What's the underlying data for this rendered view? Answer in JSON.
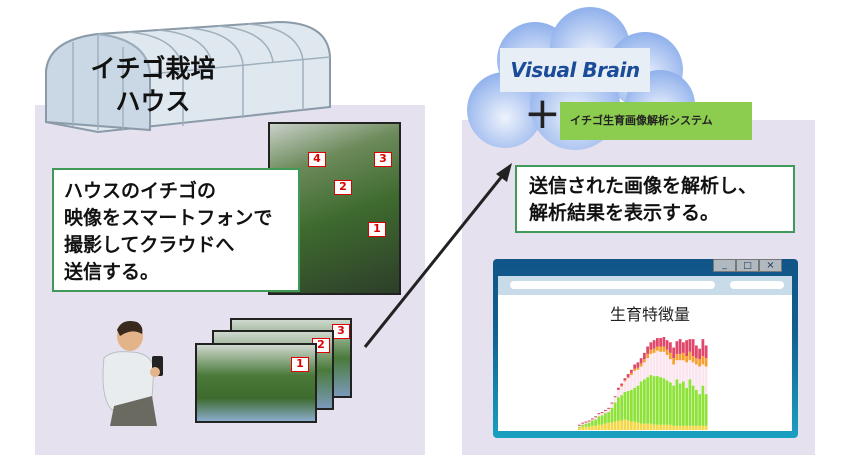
{
  "left": {
    "house_title": "イチゴ栽培\nハウス",
    "description": "ハウスのイチゴの\n映像をスマートフォンで\n撮影してクラウドへ\n送信する。",
    "photo_markers": [
      "4",
      "3",
      "2",
      "1"
    ],
    "stack_markers": [
      "3",
      "2",
      "1"
    ]
  },
  "right": {
    "logo": "Visual Brain",
    "plus": "+",
    "system_label": "イチゴ生育画像解析システム",
    "description": "送信された画像を解析し、\n解析結果を表示する。",
    "window": {
      "title_buttons": [
        "_",
        "□",
        "×"
      ]
    }
  },
  "chart_data": {
    "type": "bar",
    "title": "生育特徴量",
    "stacked": true,
    "colors": {
      "yellow": "#f5d84a",
      "green": "#8ee23a",
      "pink": "#fbe6ef",
      "orange": "#f5a030",
      "red": "#e0476a"
    },
    "series": [
      {
        "name": "yellow",
        "values": [
          2,
          3,
          3,
          3,
          4,
          4,
          5,
          5,
          6,
          7,
          7,
          8,
          9,
          9,
          10,
          9,
          8,
          8,
          7,
          6,
          6,
          6,
          6,
          5,
          5,
          5,
          5,
          5,
          5,
          4,
          4,
          4,
          4,
          4,
          4,
          4,
          4,
          4,
          4,
          4
        ]
      },
      {
        "name": "green",
        "values": [
          1,
          2,
          3,
          4,
          5,
          6,
          8,
          9,
          10,
          10,
          14,
          18,
          22,
          24,
          26,
          28,
          30,
          32,
          35,
          40,
          42,
          44,
          46,
          46,
          46,
          45,
          44,
          42,
          40,
          38,
          44,
          40,
          42,
          36,
          44,
          38,
          34,
          30,
          38,
          30
        ]
      },
      {
        "name": "pink",
        "values": [
          1,
          1,
          1,
          1,
          1,
          2,
          2,
          2,
          2,
          3,
          4,
          5,
          7,
          8,
          10,
          12,
          14,
          16,
          15,
          14,
          16,
          18,
          20,
          22,
          24,
          24,
          25,
          24,
          22,
          20,
          18,
          22,
          20,
          24,
          18,
          22,
          24,
          26,
          20,
          26
        ]
      },
      {
        "name": "orange",
        "values": [
          0,
          0,
          0,
          0,
          0,
          0,
          0,
          0,
          0,
          0,
          0,
          0,
          0,
          1,
          1,
          1,
          2,
          2,
          2,
          3,
          3,
          4,
          4,
          4,
          4,
          5,
          5,
          5,
          6,
          6,
          6,
          6,
          7,
          6,
          8,
          6,
          6,
          7,
          8,
          8
        ]
      },
      {
        "name": "red",
        "values": [
          1,
          1,
          1,
          1,
          1,
          1,
          1,
          1,
          1,
          1,
          1,
          1,
          2,
          2,
          2,
          3,
          3,
          4,
          5,
          5,
          6,
          7,
          7,
          8,
          8,
          8,
          9,
          9,
          10,
          10,
          12,
          14,
          10,
          15,
          12,
          16,
          12,
          10,
          16,
          12
        ]
      }
    ]
  }
}
